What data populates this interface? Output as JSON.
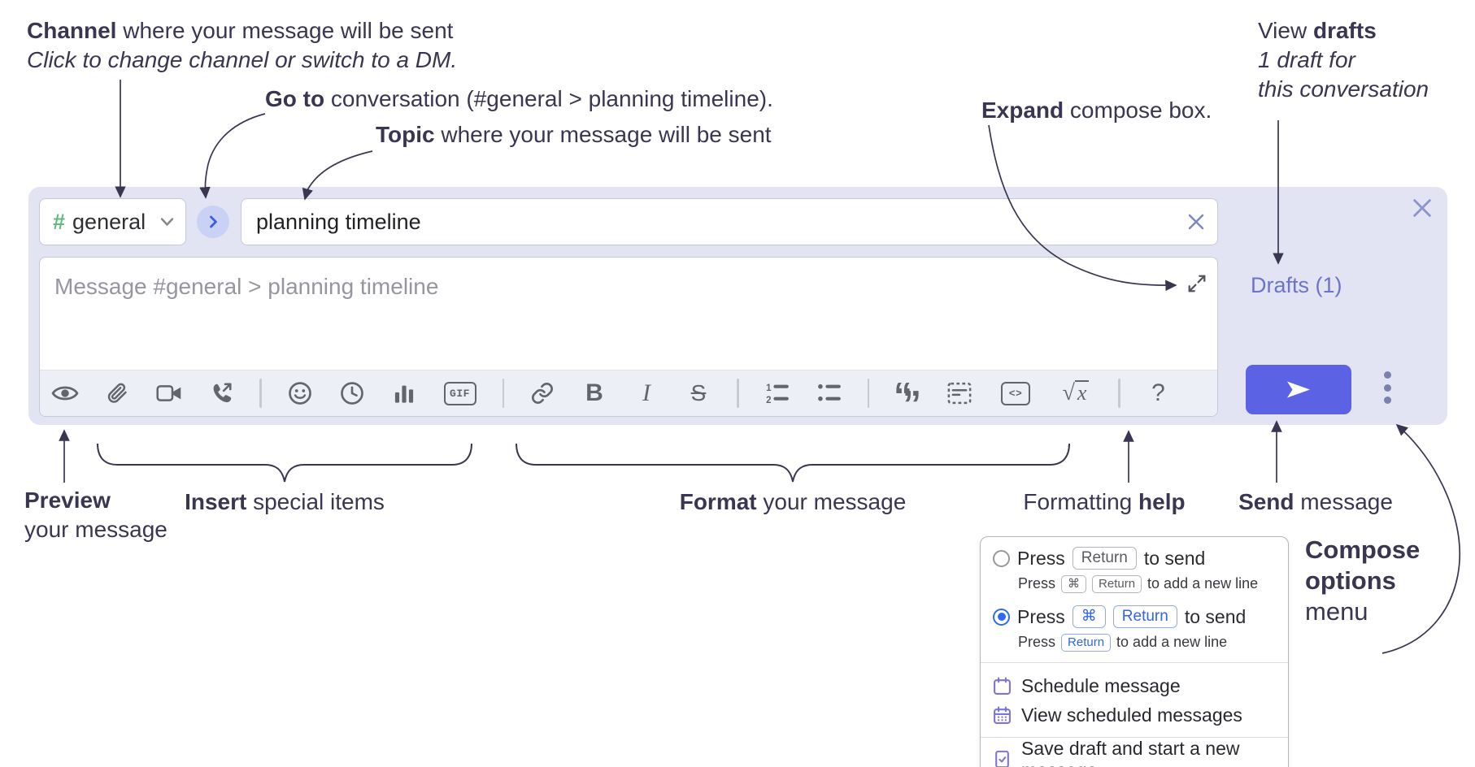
{
  "annotations": {
    "channel": {
      "lead": "Channel",
      "rest": " where your message will be sent",
      "sub": "Click to change channel or switch to a DM."
    },
    "go_to": {
      "lead": "Go to",
      "rest": " conversation (#general > planning timeline)."
    },
    "topic": {
      "lead": "Topic",
      "rest": " where your message will be sent"
    },
    "expand": {
      "lead": "Expand",
      "rest": " compose box."
    },
    "view_drafts": {
      "pre": "View ",
      "lead": "drafts",
      "line2": "1 draft for",
      "line3": "this conversation"
    },
    "preview": {
      "lead": "Preview",
      "line2": "your message"
    },
    "insert": {
      "lead": "Insert",
      "rest": " special items"
    },
    "format": {
      "lead": "Format",
      "rest": " your message"
    },
    "formatting_help": {
      "pre": "Formatting ",
      "lead": "help"
    },
    "send": {
      "lead": "Send",
      "rest": " message"
    },
    "compose_options": {
      "line1": "Compose",
      "line2": "options",
      "line3": "menu"
    }
  },
  "compose": {
    "channel_hash": "#",
    "channel_name": "general",
    "topic_value": "planning timeline",
    "message_placeholder": "Message #general > planning timeline",
    "drafts_link": "Drafts (1)",
    "toolbar": {
      "gif": "GIF",
      "bold": "B",
      "italic": "I",
      "strike": "S",
      "code": "<>",
      "math_radical": "√",
      "math_var": "x",
      "help": "?"
    }
  },
  "options_menu": {
    "option1": {
      "press": "Press",
      "key": "Return",
      "after": "to send",
      "sub_press": "Press",
      "sub_key1": "⌘",
      "sub_key2": "Return",
      "sub_after": "to add a new line"
    },
    "option2": {
      "press": "Press",
      "key1": "⌘",
      "key2": "Return",
      "after": "to send",
      "sub_press": "Press",
      "sub_key": "Return",
      "sub_after": "to add a new line"
    },
    "items": [
      {
        "label": "Schedule message"
      },
      {
        "label": "View scheduled messages"
      },
      {
        "label": "Save draft and start a new message"
      }
    ]
  },
  "colors": {
    "compose_background": "#e2e4f4",
    "accent_send": "#5b62e3",
    "link_purple": "#6b74c8",
    "channel_green": "#5fba7d",
    "kbd_blue": "#3163ee",
    "menu_icon_purple": "#7d75d6",
    "annotation_ink": "#3a3651"
  }
}
